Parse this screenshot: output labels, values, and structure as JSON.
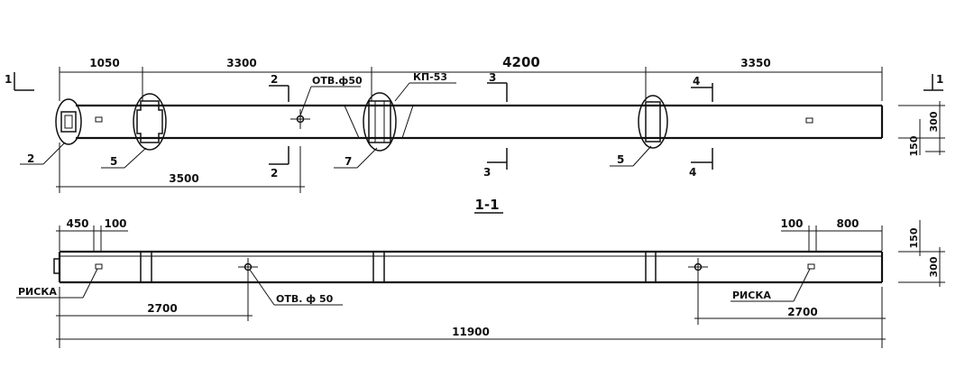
{
  "plan": {
    "dims_top": [
      "1050",
      "3300",
      "4200",
      "3350"
    ],
    "dim_bottom": "3500",
    "hole_label": "ОТВ.ф50",
    "kp_label": "КП-53",
    "callouts": [
      "2",
      "5",
      "7",
      "5"
    ],
    "section_marks": {
      "s1": "1",
      "s2": "2",
      "s3": "3",
      "s4": "4"
    },
    "right_dims": [
      "300",
      "150"
    ]
  },
  "section_title": "1-1",
  "elevation": {
    "dims_left": [
      "450",
      "100"
    ],
    "dims_right": [
      "100",
      "800"
    ],
    "riska_left": "РИСКА",
    "riska_right": "РИСКА",
    "hole_label": "ОТВ. ф 50",
    "dim_left_bottom": "2700",
    "dim_right_bottom": "2700",
    "total": "11900",
    "right_dims": [
      "150",
      "300"
    ]
  }
}
